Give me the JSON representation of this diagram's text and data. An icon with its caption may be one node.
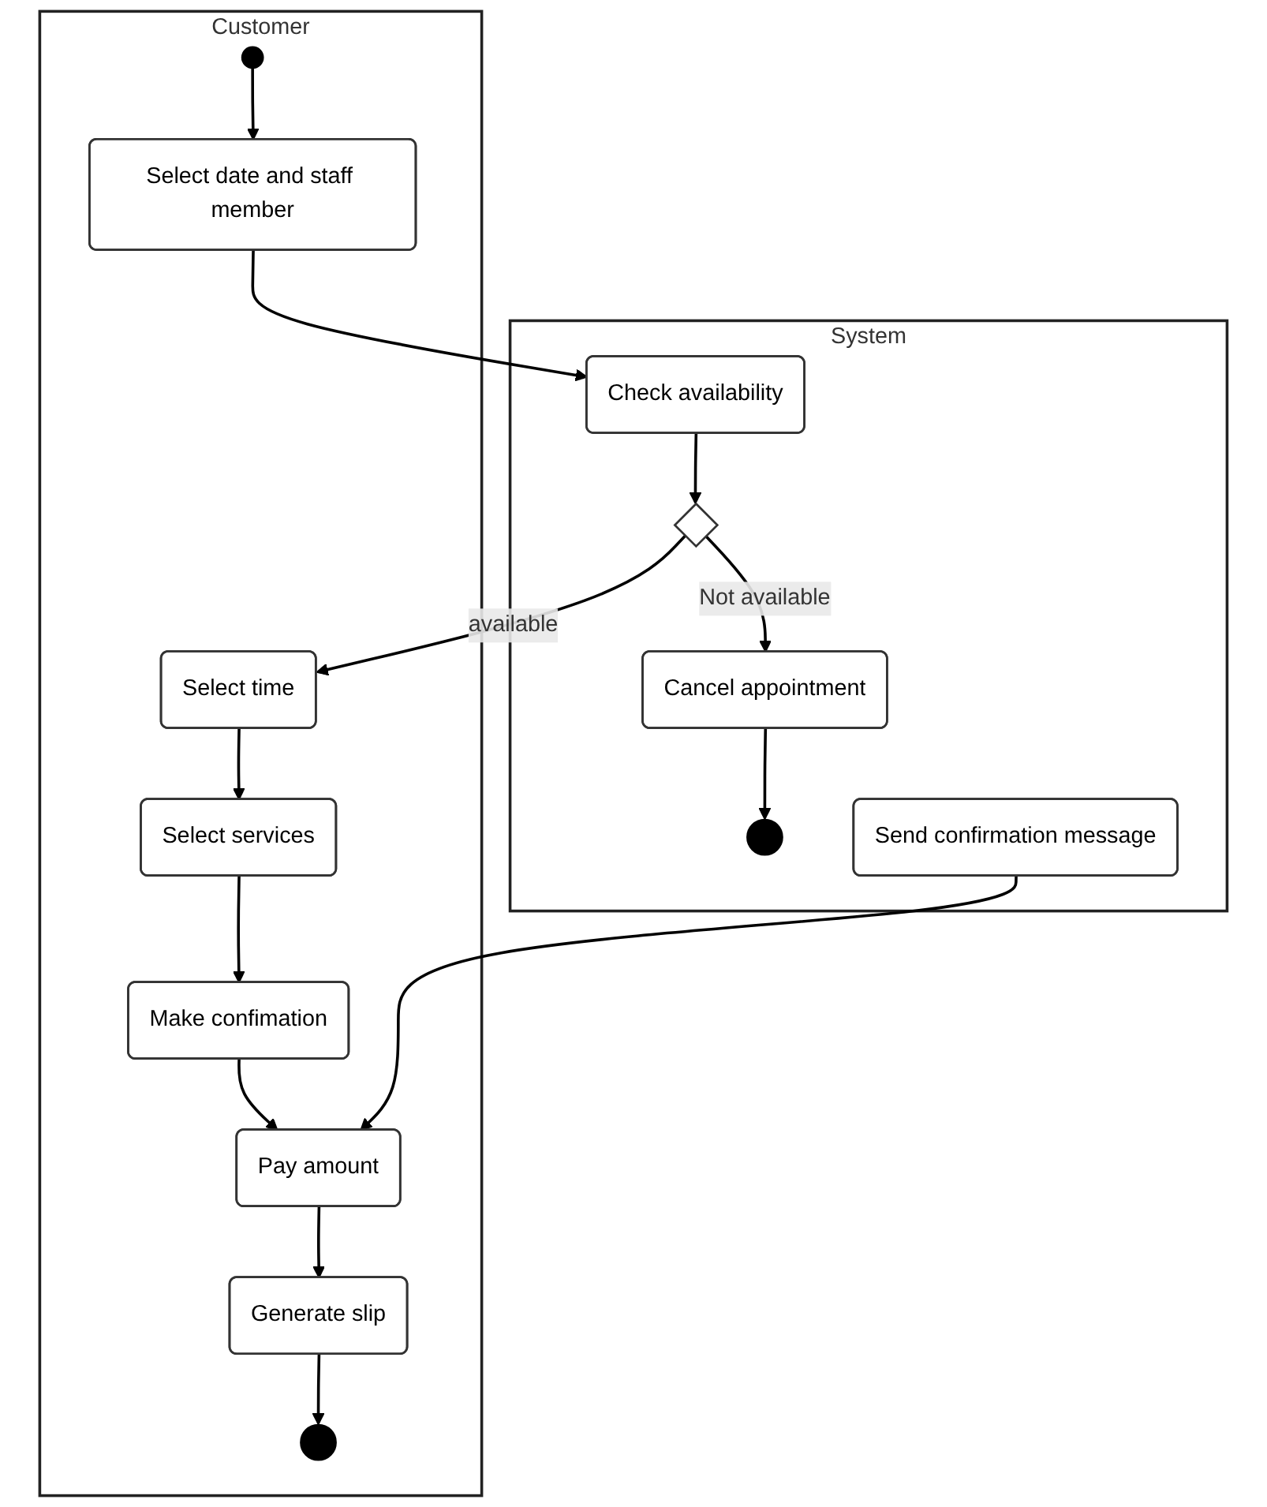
{
  "diagram": {
    "nodes": [
      {
        "text": [
          "Customer"
        ]
      },
      {
        "text": [],
        "shape": "circle",
        "in": 0
      },
      {
        "text": [
          "Select date and staff member"
        ],
        "in": 0
      },
      {
        "text": [
          "Select time"
        ],
        "in": 0
      },
      {
        "text": [
          "Select services"
        ],
        "in": 0
      },
      {
        "text": [
          "Make confimation"
        ],
        "in": 0
      },
      {
        "text": [
          "Pay amount"
        ],
        "in": 0
      },
      {
        "text": [
          "Generate slip"
        ],
        "in": 0
      },
      {
        "text": [],
        "shape": "bullseye",
        "in": 0
      },
      {
        "text": [
          "System"
        ]
      },
      {
        "text": [
          "Check availability"
        ],
        "in": 9
      },
      {
        "text": [],
        "shape": "diamond",
        "in": 9
      },
      {
        "text": [
          "Cancel appointment"
        ],
        "in": 9
      },
      {
        "text": [],
        "shape": "bullseye",
        "in": 9
      },
      {
        "text": [
          "Send confirmation message"
        ],
        "in": 9
      }
    ],
    "edges": [
      {
        "from": 1,
        "to": 2,
        "arrow": "to"
      },
      {
        "from": 2,
        "to": 10,
        "arrow": "to"
      },
      {
        "from": 10,
        "to": 11,
        "arrow": "to"
      },
      {
        "from": 11,
        "to": 3,
        "label": "available",
        "arrow": "to"
      },
      {
        "from": 11,
        "to": 12,
        "label": "Not available",
        "arrow": "to"
      },
      {
        "from": 12,
        "to": 13,
        "arrow": "to"
      },
      {
        "from": 3,
        "to": 4,
        "arrow": "to"
      },
      {
        "from": 4,
        "to": 5,
        "arrow": "to"
      },
      {
        "from": 5,
        "to": 6,
        "arrow": "to"
      },
      {
        "from": 14,
        "to": 6,
        "arrow": "to"
      },
      {
        "from": 6,
        "to": 7,
        "arrow": "to"
      },
      {
        "from": 7,
        "to": 8,
        "arrow": "to"
      }
    ]
  }
}
